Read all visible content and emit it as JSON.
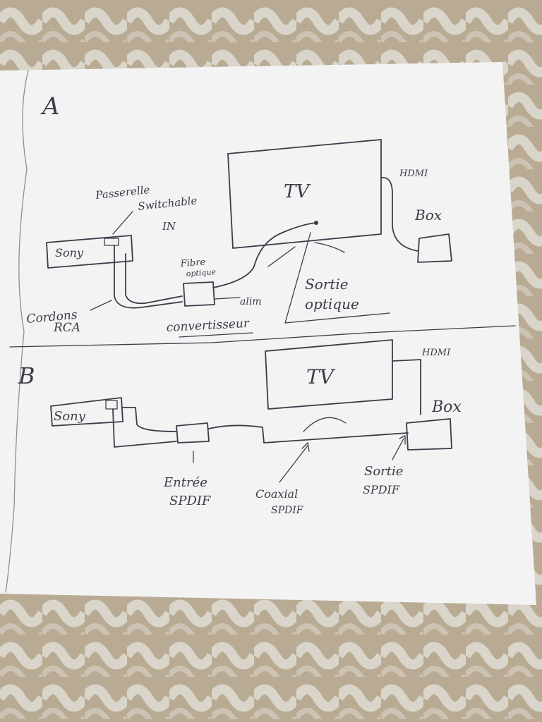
{
  "diagram_a": {
    "section_label": "A",
    "tv_label": "TV",
    "hdmi_label": "HDMI",
    "box_label": "Box",
    "device_label": "Sony",
    "note_line1": "Passerelle",
    "note_line2": "Switchable",
    "note_line3": "IN",
    "converter_line1": "Fibre",
    "converter_line2": "optique",
    "alim_label": "alim",
    "output_line1": "Sortie",
    "output_line2": "optique",
    "cable_line1": "Cordons",
    "cable_line2": "RCA",
    "converter_name": "convertisseur"
  },
  "diagram_b": {
    "section_label": "B",
    "tv_label": "TV",
    "hdmi_label": "HDMI",
    "box_label": "Box",
    "device_label": "Sony",
    "input_line1": "Entrée",
    "input_line2": "SPDIF",
    "coax_line1": "Coaxial",
    "coax_line2": "SPDIF",
    "output_line1": "Sortie",
    "output_line2": "SPDIF"
  },
  "colors": {
    "paper": "#f3f3f4",
    "ink": "#3a3d48",
    "carpet": "#b9ab93"
  }
}
